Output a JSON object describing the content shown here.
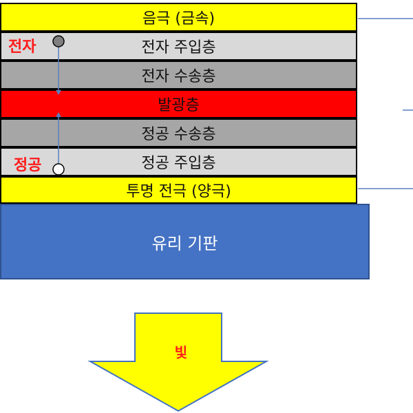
{
  "layers": [
    {
      "key": "cathode",
      "label": "음극 (금속)",
      "color": "#ffff00"
    },
    {
      "key": "eil",
      "label": "전자 주입층",
      "color": "#d9d9d9"
    },
    {
      "key": "etl",
      "label": "전자 수송층",
      "color": "#a6a6a6"
    },
    {
      "key": "eml",
      "label": "발광층",
      "color": "#ff0000"
    },
    {
      "key": "htl",
      "label": "정공 수송층",
      "color": "#a6a6a6"
    },
    {
      "key": "hil",
      "label": "정공 주입층",
      "color": "#d9d9d9"
    },
    {
      "key": "anode",
      "label": "투명 전극 (양극)",
      "color": "#ffff00"
    }
  ],
  "substrate": {
    "label": "유리 기판",
    "color": "#4472c4"
  },
  "carriers": {
    "electron": "전자",
    "hole": "정공"
  },
  "light": {
    "label": "빛",
    "arrow_color": "#ffff00"
  },
  "accent_color": "#ff1a1a",
  "connector_color": "#5b7fbf"
}
